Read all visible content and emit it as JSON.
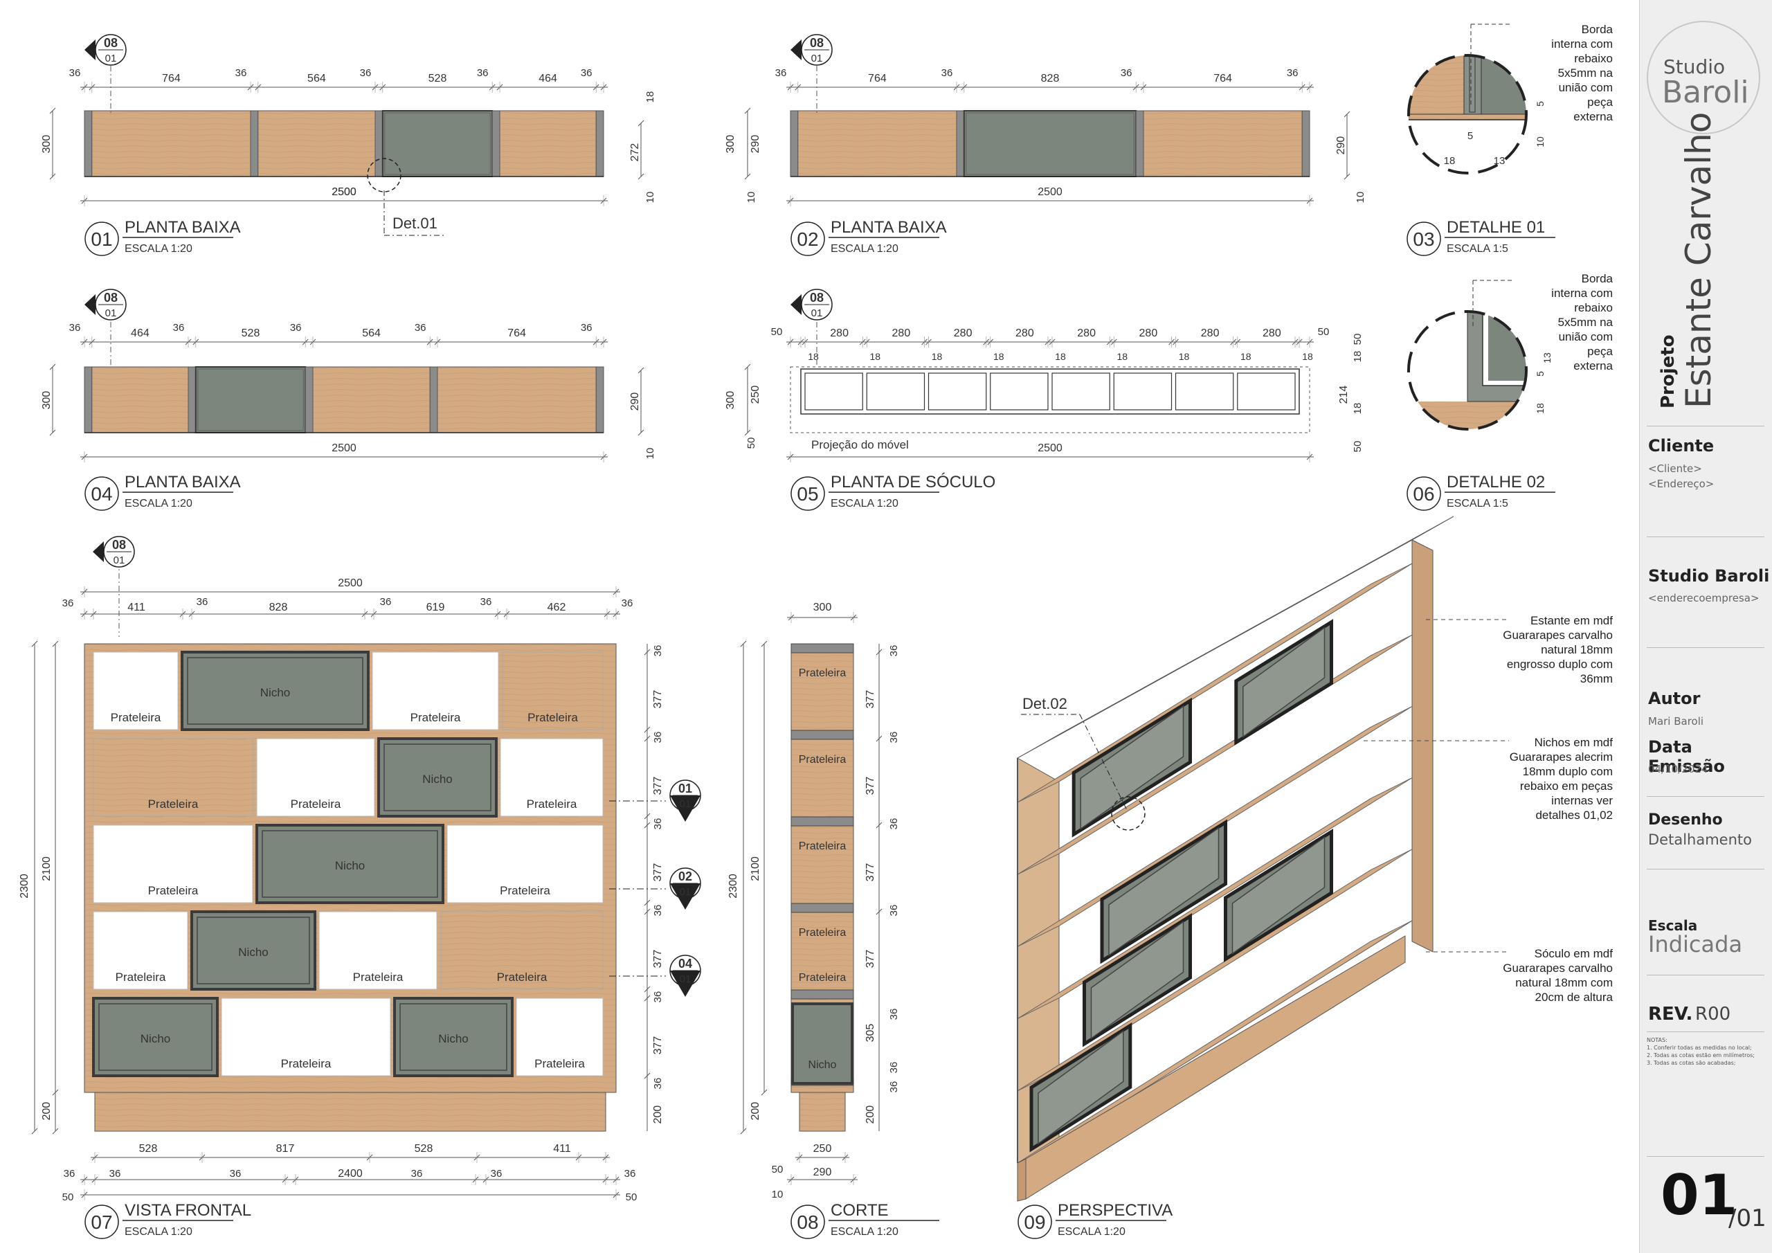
{
  "views": [
    {
      "num": "01",
      "title": "PLANTA BAIXA",
      "scale": "ESCALA 1:20"
    },
    {
      "num": "02",
      "title": "PLANTA BAIXA",
      "scale": "ESCALA 1:20"
    },
    {
      "num": "03",
      "title": "DETALHE 01",
      "scale": "ESCALA 1:5"
    },
    {
      "num": "04",
      "title": "PLANTA BAIXA",
      "scale": "ESCALA 1:20"
    },
    {
      "num": "05",
      "title": "PLANTA DE SÓCULO",
      "scale": "ESCALA 1:20"
    },
    {
      "num": "06",
      "title": "DETALHE 02",
      "scale": "ESCALA 1:5"
    },
    {
      "num": "07",
      "title": "VISTA FRONTAL",
      "scale": "ESCALA 1:20"
    },
    {
      "num": "08",
      "title": "CORTE",
      "scale": "ESCALA 1:20"
    },
    {
      "num": "09",
      "title": "PERSPECTIVA",
      "scale": "ESCALA 1:20"
    }
  ],
  "section_marker": {
    "top": "08",
    "bottom": "01"
  },
  "plan01": {
    "segments": [
      "764",
      "564",
      "528",
      "464"
    ],
    "gaps": [
      "36",
      "36",
      "36",
      "36",
      "36"
    ],
    "total": "2500",
    "depth": "300",
    "inner": "272",
    "right_top": "18",
    "right_bottom": "10",
    "det": "Det.01"
  },
  "plan02": {
    "segments": [
      "764",
      "828",
      "764"
    ],
    "gaps": [
      "36",
      "36",
      "36",
      "36"
    ],
    "total": "2500",
    "depth": "300",
    "inner": "290",
    "right_inner": "290",
    "bottom": "10"
  },
  "plan04": {
    "segments": [
      "464",
      "528",
      "564",
      "764"
    ],
    "gaps": [
      "36",
      "36",
      "36",
      "36",
      "36"
    ],
    "total": "2500",
    "depth": "300",
    "right_inner": "290",
    "bottom": "10"
  },
  "plan05": {
    "cells": [
      "280",
      "280",
      "280",
      "280",
      "280",
      "280",
      "280",
      "280"
    ],
    "thick": "18",
    "offset": "50",
    "total": "2500",
    "depth": "300",
    "inner": "250",
    "inner2": "214",
    "bottom_off": "50",
    "projection": "Projeção do móvel"
  },
  "detail_note": "Borda interna com rebaixo 5x5mm na união com peça externa",
  "det01_dims": {
    "a": "5",
    "b": "18",
    "c": "13",
    "d": "5",
    "e": "10"
  },
  "det02_dims": {
    "a": "5",
    "b": "13",
    "c": "18"
  },
  "front": {
    "total": "2500",
    "height": "2300",
    "inner_h": "2100",
    "base": "200",
    "top_dims": [
      "411",
      "828",
      "619",
      "462"
    ],
    "top_gaps": [
      "36",
      "36",
      "36",
      "36",
      "36",
      "36"
    ],
    "row_h": "377",
    "shelf": "36",
    "bottom_dims": [
      "528",
      "817",
      "528",
      "411"
    ],
    "bottom_total": "2400",
    "bottom_gaps": [
      "36",
      "36",
      "36",
      "36",
      "36",
      "36"
    ],
    "bottom_off": "50",
    "shelf_label": "Prateleira",
    "niche_label": "Nicho",
    "section_refs": [
      {
        "top": "01",
        "bottom": "01"
      },
      {
        "top": "02",
        "bottom": "01"
      },
      {
        "top": "04",
        "bottom": "01"
      }
    ]
  },
  "section": {
    "depth": "300",
    "inner": "250",
    "base_depth": "290",
    "height": "2300",
    "inner_h": "2100",
    "base": "200",
    "row": "377",
    "last_row": "305",
    "shelf": "36",
    "bottom_off": "50",
    "bottom_10": "10"
  },
  "perspective": {
    "det": "Det.02",
    "notes": [
      "Estante em mdf Guararapes carvalho natural 18mm engrosso duplo com 36mm",
      "Nichos em mdf Guararapes alecrim 18mm duplo com rebaixo em peças internas ver detalhes 01,02",
      "Sóculo em mdf Guararapes carvalho natural 18mm com 20cm de altura"
    ]
  },
  "titleblock": {
    "logo_top": "Studio",
    "logo_bottom": "Baroli",
    "projeto_label": "Projeto",
    "projeto": "Estante Carvalho",
    "cliente_label": "Cliente",
    "cliente": "<Cliente>",
    "endereco": "<Endereço>",
    "empresa": "Studio Baroli",
    "empresa_end": "<enderecoempresa>",
    "autor_label": "Autor",
    "autor": "Mari Baroli",
    "data_label": "Data Emissão",
    "data": "04/10/2024",
    "desenho_label": "Desenho",
    "desenho": "Detalhamento",
    "escala_label": "Escala",
    "escala": "Indicada",
    "rev_label": "REV.",
    "rev": "R00",
    "notas": [
      "NOTAS:",
      "1. Conferir todas as medidas no local;",
      "2. Todas as cotas estão em milímetros;",
      "3. Todas as cotas são acabadas;"
    ],
    "sheet": "01",
    "sheets": "/01"
  },
  "colors": {
    "wood": "#d4aa82",
    "green": "#7d867d",
    "frame": "#3a3a3a",
    "gray": "#8b8b8b"
  }
}
